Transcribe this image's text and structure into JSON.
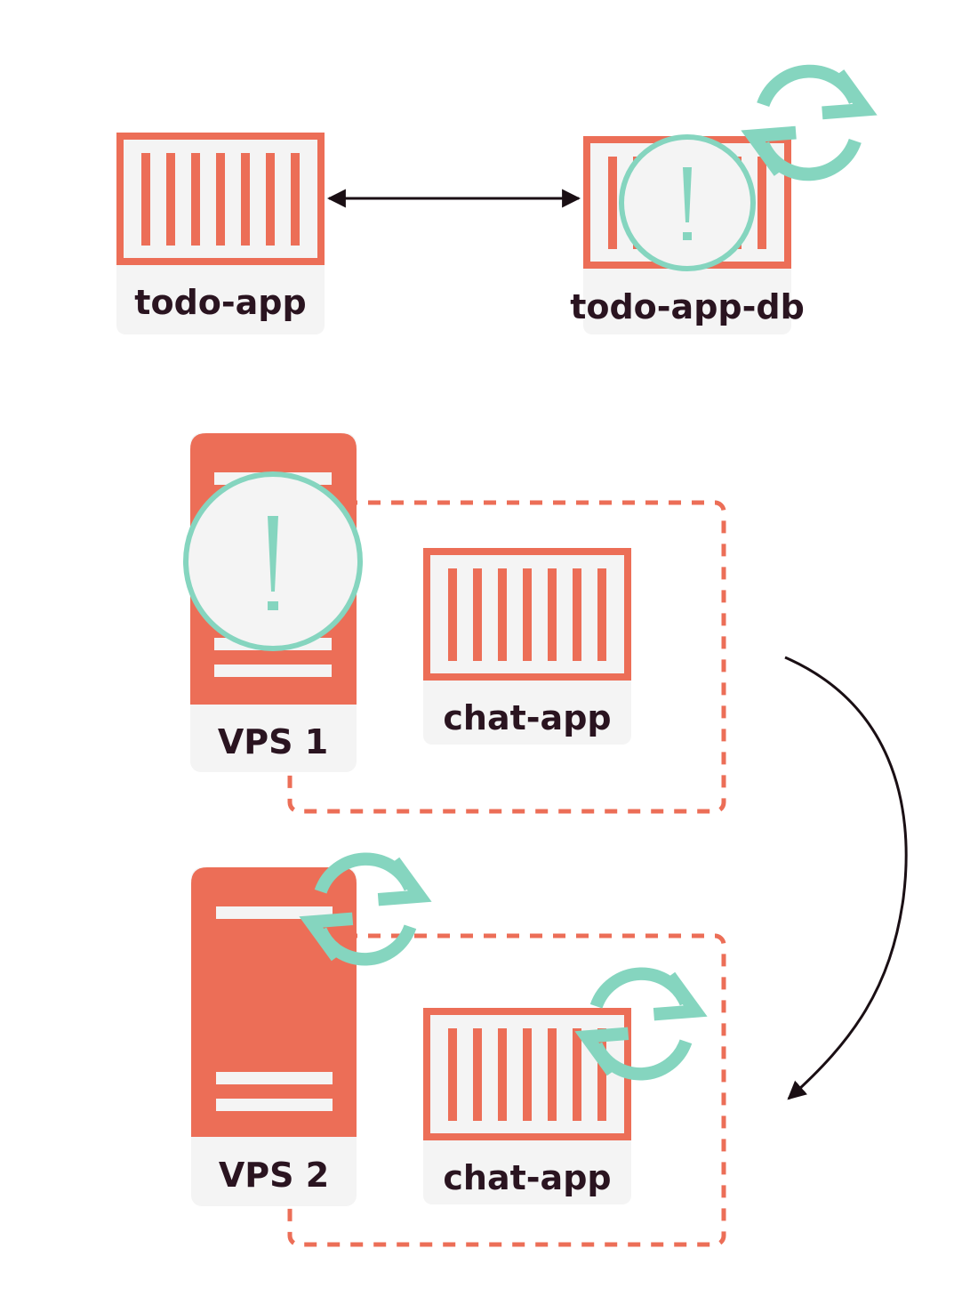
{
  "colors": {
    "container": "#ec6e57",
    "label_bg": "#f4f4f4",
    "accent": "#85d5bf",
    "text": "#2a1420",
    "arrow": "#1a0f14",
    "background": "#ffffff"
  },
  "top_section": {
    "container_left": {
      "label": "todo-app",
      "icon": "container-icon"
    },
    "container_right": {
      "label": "todo-app-db",
      "icon": "container-icon",
      "status_icon": "warning-icon",
      "badge_icon": "restart-icon"
    },
    "connector": "bidirectional-arrow"
  },
  "bottom_section": {
    "vps1": {
      "label": "VPS 1",
      "icon": "server-icon",
      "status_icon": "warning-icon"
    },
    "chat_app_1": {
      "label": "chat-app",
      "icon": "container-icon"
    },
    "vps2": {
      "label": "VPS 2",
      "icon": "server-icon",
      "badge_icon": "restart-icon"
    },
    "chat_app_2": {
      "label": "chat-app",
      "icon": "container-icon",
      "badge_icon": "restart-icon"
    },
    "connector": "migration-arrow"
  }
}
